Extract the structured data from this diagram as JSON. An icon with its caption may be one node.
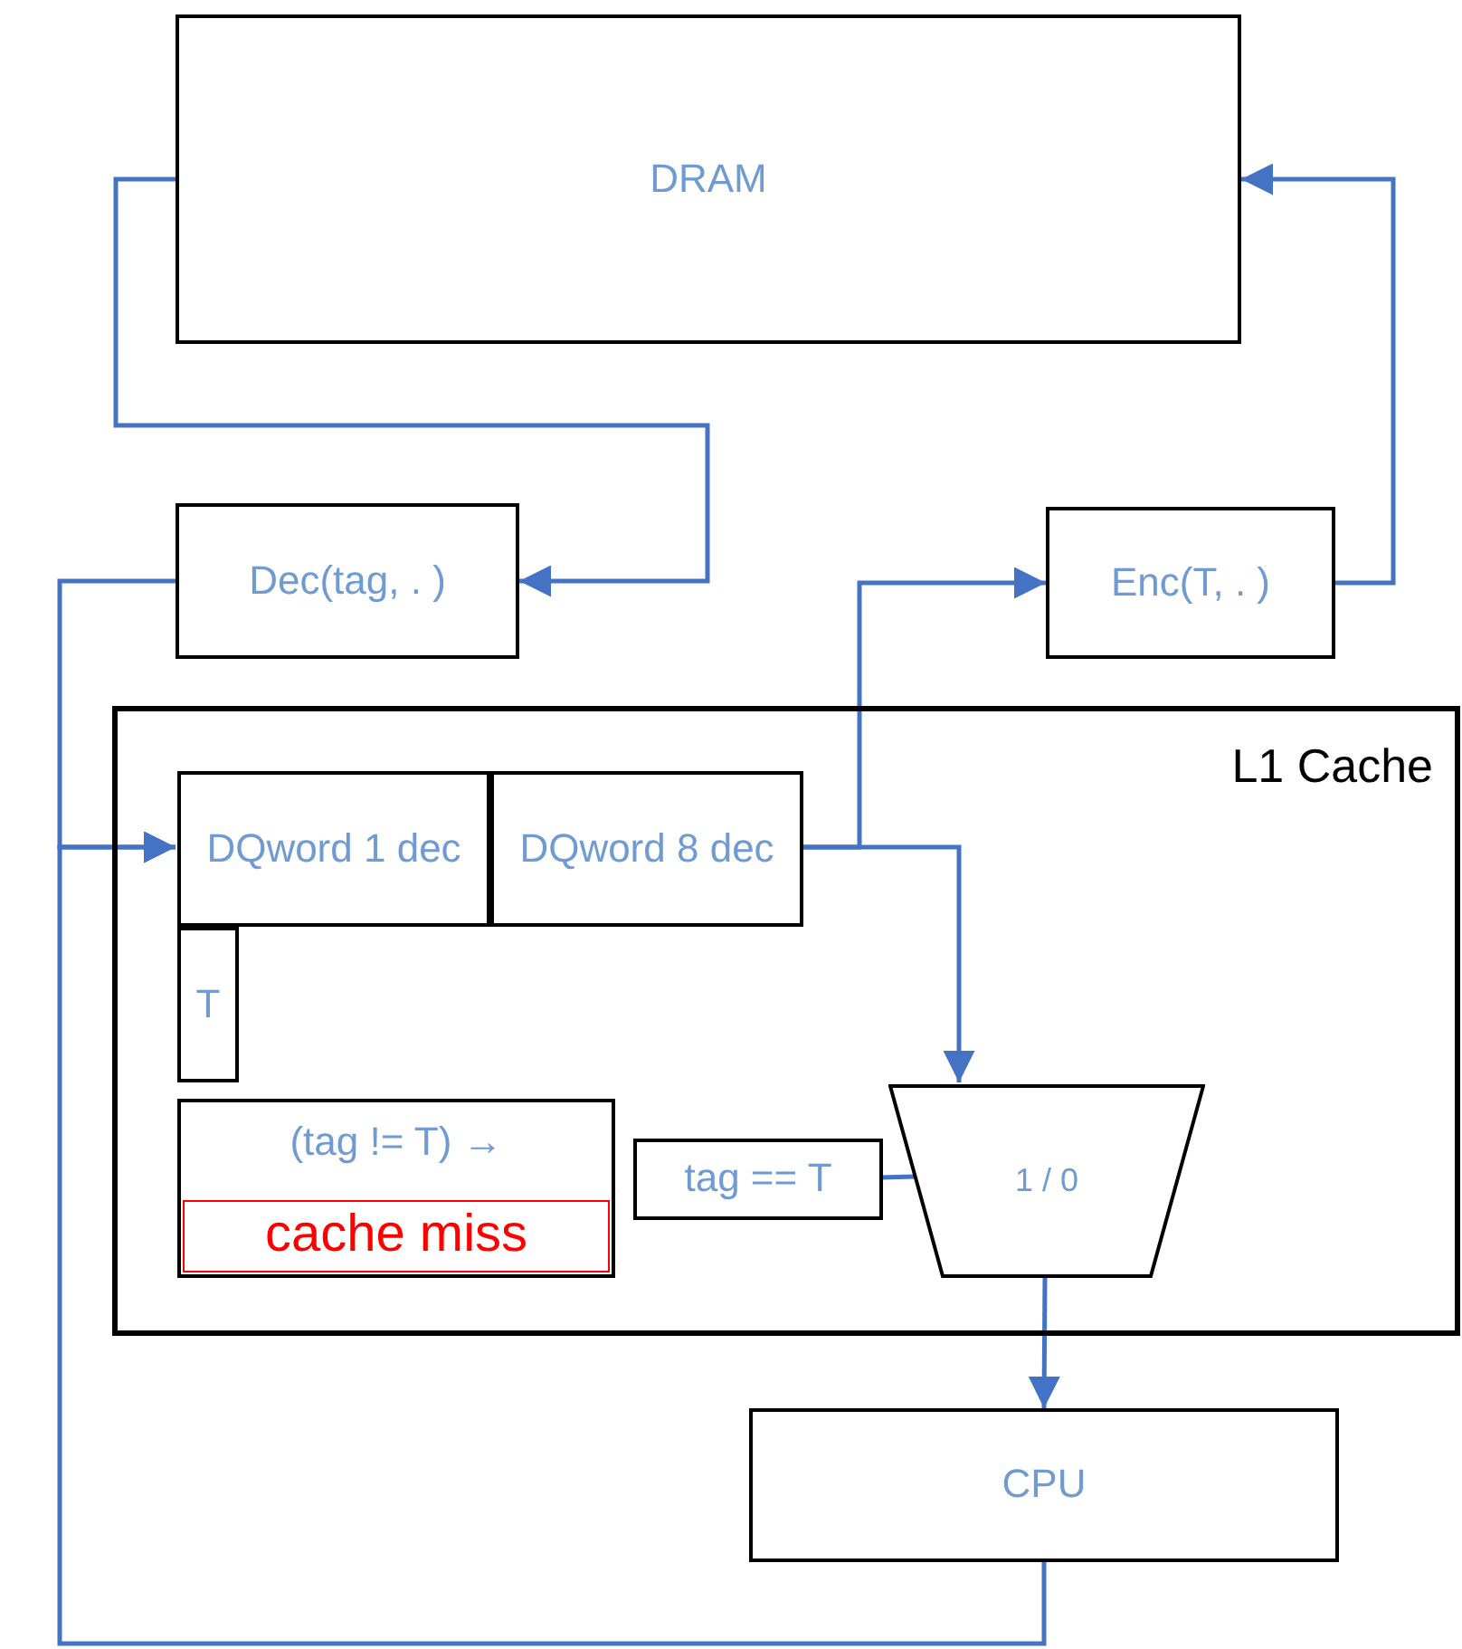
{
  "diagram": {
    "nodes": [
      {
        "text": [
          "DRAM"
        ]
      },
      {
        "text": [
          "Dec(tag, . )"
        ]
      },
      {
        "text": [
          "Enc(T, . )"
        ]
      },
      {
        "text": [
          "L1 Cache"
        ]
      },
      {
        "text": [
          "DQword 1 dec"
        ],
        "in": 3
      },
      {
        "text": [
          "DQword 8 dec"
        ],
        "in": 3
      },
      {
        "text": [
          "T"
        ],
        "in": 3
      },
      {
        "text": [
          "(tag != T) →"
        ],
        "in": 3
      },
      {
        "text": [
          "cache miss"
        ],
        "in": 7
      },
      {
        "text": [
          "tag == T"
        ],
        "in": 3
      },
      {
        "text": [
          "1 / 0"
        ],
        "in": 3
      },
      {
        "text": [
          "CPU"
        ]
      }
    ],
    "edges": [
      {
        "from": 0,
        "to": 1,
        "arrow": "to"
      },
      {
        "from": 1,
        "to": 4,
        "arrow": "to"
      },
      {
        "from": 11,
        "to": 4,
        "arrow": "to"
      },
      {
        "from": 5,
        "to": 2,
        "arrow": "to"
      },
      {
        "from": 5,
        "to": 10,
        "arrow": "to"
      },
      {
        "from": 2,
        "to": 0,
        "arrow": "to"
      },
      {
        "from": 9,
        "to": 10,
        "arrow": "none"
      },
      {
        "from": 10,
        "to": 11,
        "arrow": "to"
      }
    ]
  }
}
